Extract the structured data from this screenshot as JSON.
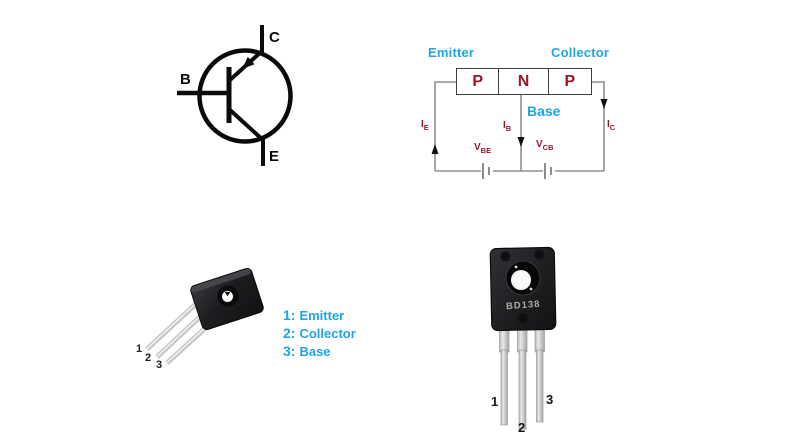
{
  "palette": {
    "accent_cyan": "#1FA5E4",
    "accent_dark_red": "#9A1528",
    "wire_gray": "#909090",
    "ink_black": "#0a0a0a"
  },
  "symbol": {
    "labels": {
      "base": "B",
      "collector": "C",
      "emitter": "E"
    }
  },
  "structure": {
    "emitter_label": "Emitter",
    "collector_label": "Collector",
    "base_label": "Base",
    "regions": [
      "P",
      "N",
      "P"
    ],
    "currents": [
      {
        "sym": "I",
        "sub": "E"
      },
      {
        "sym": "I",
        "sub": "B"
      },
      {
        "sym": "I",
        "sub": "C"
      }
    ],
    "voltages": [
      {
        "sym": "V",
        "sub": "BE"
      },
      {
        "sym": "V",
        "sub": "CB"
      }
    ]
  },
  "pinout_photo": {
    "pins": [
      "1",
      "2",
      "3"
    ]
  },
  "legend": {
    "items": [
      {
        "num": "1:",
        "name": "Emitter"
      },
      {
        "num": "2:",
        "name": "Collector"
      },
      {
        "num": "3:",
        "name": "Base"
      }
    ]
  },
  "package_photo": {
    "part_number": "BD138",
    "pins": [
      "1",
      "2",
      "3"
    ]
  }
}
